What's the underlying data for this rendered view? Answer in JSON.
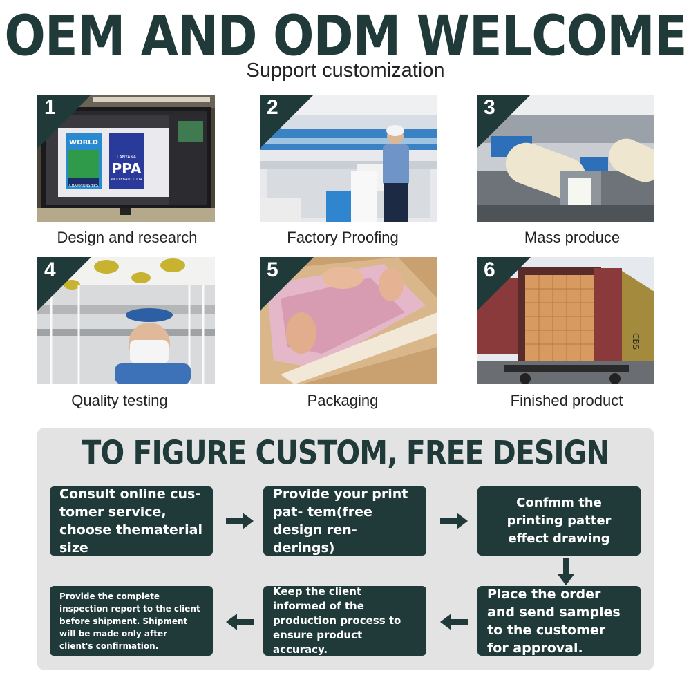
{
  "header": {
    "title": "OEM AND ODM WELCOME",
    "subtitle": "Support customization"
  },
  "steps": [
    {
      "num": "1",
      "label": "Design and research"
    },
    {
      "num": "2",
      "label": "Factory Proofing"
    },
    {
      "num": "3",
      "label": "Mass produce"
    },
    {
      "num": "4",
      "label": "Quality testing"
    },
    {
      "num": "5",
      "label": "Packaging"
    },
    {
      "num": "6",
      "label": "Finished product"
    }
  ],
  "monitor": {
    "poster1_line1": "WORLD",
    "poster1_line2": "CHAMPIONSHIPS",
    "poster2_brand": "LANYANA",
    "poster2_big": "PPA",
    "poster2_sub": "PICKLEBALL TOUR"
  },
  "container_text": "CBS",
  "process": {
    "title": "TO FIGURE CUSTOM, FREE DESIGN",
    "boxes": [
      "Consult online cus- tomer service, choose thematerial size",
      "Provide your print pat- tem(free design ren- derings)",
      "Confmm the printing patter effect drawing",
      "Place the order and send samples to the customer for approval.",
      "Keep the client informed of the production process to ensure product accuracy.",
      "Provide the complete inspection report to the client before shipment. Shipment will be made only after client's confirmation."
    ]
  },
  "colors": {
    "dark_teal": "#1f3a38",
    "panel_gray": "#e3e3e3"
  }
}
